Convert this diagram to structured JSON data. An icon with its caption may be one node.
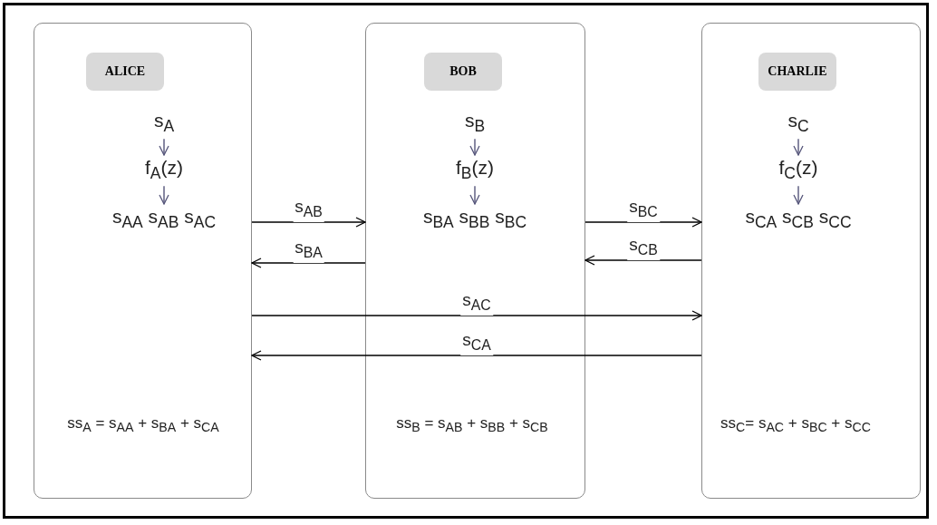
{
  "diagram": {
    "nodes": [
      {
        "text": [],
        "shape": "box"
      },
      {
        "text": [
          "ALICE"
        ],
        "in": 0
      },
      {
        "text": [
          "s$_{A}$"
        ],
        "in": 0
      },
      {
        "text": [
          "f$_{A}$(z)"
        ],
        "in": 0
      },
      {
        "text": [
          "s$_{AA}$ s$_{AB}$ s$_{AC}$"
        ],
        "in": 0
      },
      {
        "text": [
          "ss$_{A}$ = s$_{AA}$ + s$_{BA}$ + s$_{CA}$"
        ],
        "in": 0
      },
      {
        "text": [],
        "shape": "box"
      },
      {
        "text": [
          "BOB"
        ],
        "in": 6
      },
      {
        "text": [
          "s$_{B}$"
        ],
        "in": 6
      },
      {
        "text": [
          "f$_{B}$(z)"
        ],
        "in": 6
      },
      {
        "text": [
          "s$_{BA}$ s$_{BB}$ s$_{BC}$"
        ],
        "in": 6
      },
      {
        "text": [
          "ss$_{B}$ = s$_{AB}$ + s$_{BB}$ + s$_{CB}$"
        ],
        "in": 6
      },
      {
        "text": [],
        "shape": "box"
      },
      {
        "text": [
          "CHARLIE"
        ],
        "in": 12
      },
      {
        "text": [
          "s$_{C}$"
        ],
        "in": 12
      },
      {
        "text": [
          "f$_{C}$(z)"
        ],
        "in": 12
      },
      {
        "text": [
          "s$_{CA}$ s$_{CB}$ s$_{CC}$"
        ],
        "in": 12
      },
      {
        "text": [
          "ss$_{C}$= s$_{AC}$ + s$_{BC}$ + s$_{CC}$"
        ],
        "in": 12
      }
    ],
    "edges": [
      {
        "from": 2,
        "to": 3,
        "arrow": "to",
        "color": "#55557a"
      },
      {
        "from": 3,
        "to": 4,
        "arrow": "to",
        "color": "#55557a"
      },
      {
        "from": 8,
        "to": 9,
        "arrow": "to",
        "color": "#55557a"
      },
      {
        "from": 9,
        "to": 10,
        "arrow": "to",
        "color": "#55557a"
      },
      {
        "from": 14,
        "to": 15,
        "arrow": "to",
        "color": "#55557a"
      },
      {
        "from": 15,
        "to": 16,
        "arrow": "to",
        "color": "#55557a"
      },
      {
        "from": 0,
        "to": 6,
        "arrow": "to",
        "label": "s$_{AB}$",
        "color": "#000000"
      },
      {
        "from": 6,
        "to": 0,
        "arrow": "to",
        "label": "s$_{BA}$",
        "color": "#000000"
      },
      {
        "from": 6,
        "to": 12,
        "arrow": "to",
        "label": "s$_{BC}$",
        "color": "#000000"
      },
      {
        "from": 12,
        "to": 6,
        "arrow": "to",
        "label": "s$_{CB}$",
        "color": "#000000"
      },
      {
        "from": 0,
        "to": 12,
        "arrow": "to",
        "label": "s$_{AC}$",
        "color": "#000000"
      },
      {
        "from": 12,
        "to": 0,
        "arrow": "to",
        "label": "s$_{CA}$",
        "color": "#000000"
      }
    ]
  }
}
